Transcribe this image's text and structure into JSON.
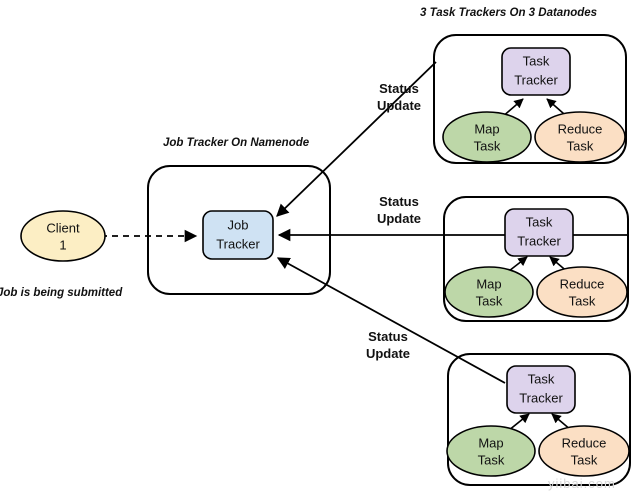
{
  "diagram": {
    "title_right": "3 Task Trackers On 3 Datanodes",
    "title_center": "Job Tracker On Namenode",
    "caption_left": "Job is being submitted",
    "watermark": "yiibai.com",
    "colors": {
      "job_tracker": "#cfe2f3",
      "task_tracker": "#ddd3ec",
      "map_task": "#bdd7a8",
      "reduce_task": "#fbdfc4",
      "client": "#fceec4",
      "stroke": "#000000",
      "background": "#ffffff",
      "watermark": "#d8d8d8"
    }
  },
  "client": {
    "line1": "Client",
    "line2": "1"
  },
  "job_tracker": {
    "line1": "Job",
    "line2": "Tracker"
  },
  "status_labels": [
    {
      "line1": "Status",
      "line2": "Update"
    },
    {
      "line1": "Status",
      "line2": "Update"
    },
    {
      "line1": "Status",
      "line2": "Update"
    }
  ],
  "datanodes": [
    {
      "task_tracker": {
        "line1": "Task",
        "line2": "Tracker"
      },
      "map_task": {
        "line1": "Map",
        "line2": "Task"
      },
      "reduce_task": {
        "line1": "Reduce",
        "line2": "Task"
      }
    },
    {
      "task_tracker": {
        "line1": "Task",
        "line2": "Tracker"
      },
      "map_task": {
        "line1": "Map",
        "line2": "Task"
      },
      "reduce_task": {
        "line1": "Reduce",
        "line2": "Task"
      }
    },
    {
      "task_tracker": {
        "line1": "Task",
        "line2": "Tracker"
      },
      "map_task": {
        "line1": "Map",
        "line2": "Task"
      },
      "reduce_task": {
        "line1": "Reduce",
        "line2": "Task"
      }
    }
  ]
}
